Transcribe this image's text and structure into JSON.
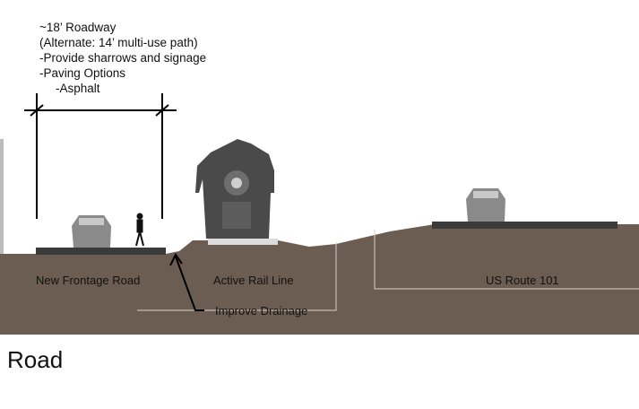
{
  "roadway_notes": {
    "width": "~18’ Roadway",
    "alternate": "(Alternate: 14’ multi-use path)",
    "sharrows": "-Provide sharrows and signage",
    "paving": "-Paving Options",
    "asphalt": "-Asphalt"
  },
  "section_labels": {
    "frontage_road": "New Frontage Road",
    "rail_line": "Active Rail Line",
    "us_route": "US Route 101",
    "drainage": "Improve Drainage"
  },
  "caption": "Road",
  "colors": {
    "ground": "#6b5d52",
    "pavement": "#3a3a3a",
    "vehicle": "#8a8a8a",
    "locomotive": "#4a4a4a"
  },
  "icons": [
    "car-icon",
    "cyclist-icon",
    "locomotive-icon"
  ]
}
